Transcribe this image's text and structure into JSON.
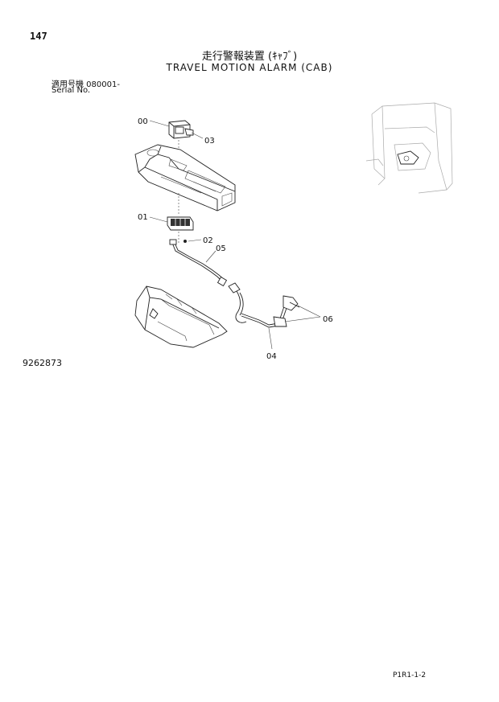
{
  "page": {
    "number": "147",
    "title_jp": "走行警報装置 (ｷｬﾌﾞ)",
    "title_en": "TRAVEL MOTION ALARM (CAB)",
    "serial_jp": "適用号機  080001-",
    "serial_en": "Serial No.",
    "drawing_number": "9262873",
    "page_code": "P1R1-1-2"
  },
  "callouts": {
    "c00": "00",
    "c01": "01",
    "c02": "02",
    "c03": "03",
    "c04": "04",
    "c05": "05",
    "c06": "06"
  }
}
